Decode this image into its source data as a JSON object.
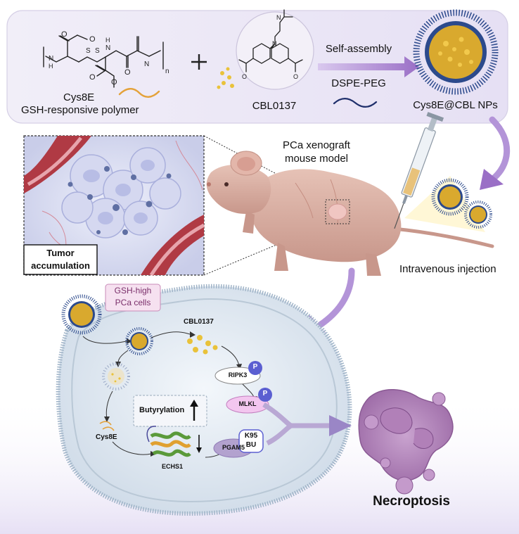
{
  "top_panel": {
    "polymer_name": "Cys8E",
    "polymer_desc": "GSH-responsive polymer",
    "drug_name": "CBL0137",
    "step_label": "Self-assembly",
    "lipid_label": "DSPE-PEG",
    "product_name": "Cys8E@CBL NPs",
    "chem_O": "O",
    "chem_N": "N",
    "chem_NH": "N",
    "chem_H": "H",
    "chem_S": "S",
    "chem_n": "n"
  },
  "middle": {
    "model_line1": "PCa xenograft",
    "model_line2": "mouse model",
    "tumor_label_line1": "Tumor",
    "tumor_label_line2": "accumulation",
    "injection_label": "Intravenous injection"
  },
  "cell": {
    "cell_label_line1": "GSH-high",
    "cell_label_line2": "PCa cells",
    "drug_release": "CBL0137",
    "ripk3": "RIPK3",
    "mlkl": "MLKL",
    "phospho": "P",
    "butyrylation": "Butyrylation",
    "cys8e": "Cys8E",
    "echs1": "ECHS1",
    "pgam5": "PGAM5",
    "k95_line1": "K95",
    "k95_line2": "BU"
  },
  "outcome": "Necroptosis",
  "colors": {
    "panel_fill": "#ebe6f6",
    "arrow_purple": "#9a6fc6",
    "np_core": "#d9a92e",
    "np_shell": "#2c4a8c",
    "cell_fill": "#e6eef5",
    "necroptotic_fill": "#b98fc0",
    "vessel": "#b03a44"
  }
}
